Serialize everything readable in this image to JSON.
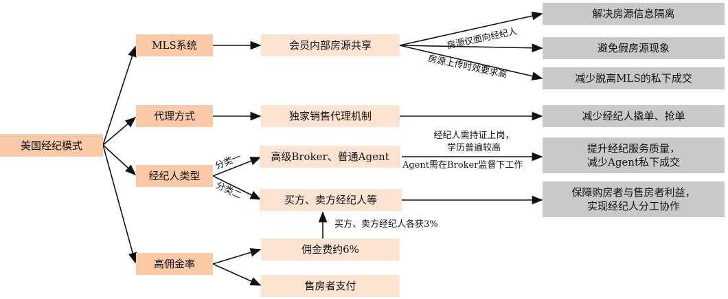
{
  "root": "美国经纪模式",
  "level1": [
    "MLS系统",
    "代理方式",
    "经纪人类型",
    "高佣金率"
  ],
  "level2": {
    "mls": "会员内部房源共享",
    "agency": "独家销售代理机制",
    "type1": "高级Broker、普通Agent",
    "type2": "买方、卖方经纪人等",
    "fee": "佣金费约6%",
    "payer": "售房者支付"
  },
  "outcomes": [
    "解决房源信息隔离",
    "避免假房源现象",
    "减少脱离MLS的私下成交",
    "减少经纪人撬单、抢单",
    "提升经纪服务质量，",
    "减少Agent私下成交",
    "保障购房者与售房者利益，",
    "实现经纪人分工协作"
  ],
  "labels": {
    "mls_a": "房源仅面向经纪人",
    "mls_b": "房源上传时效要求高",
    "cat1": "分类一",
    "cat2": "分类二",
    "t1_a": "经纪人需持证上岗，",
    "t1_b": "学历普遍较高",
    "t1_c": "Agent需在Broker监督下工作",
    "split": "买方、卖方经纪人各获3%"
  }
}
